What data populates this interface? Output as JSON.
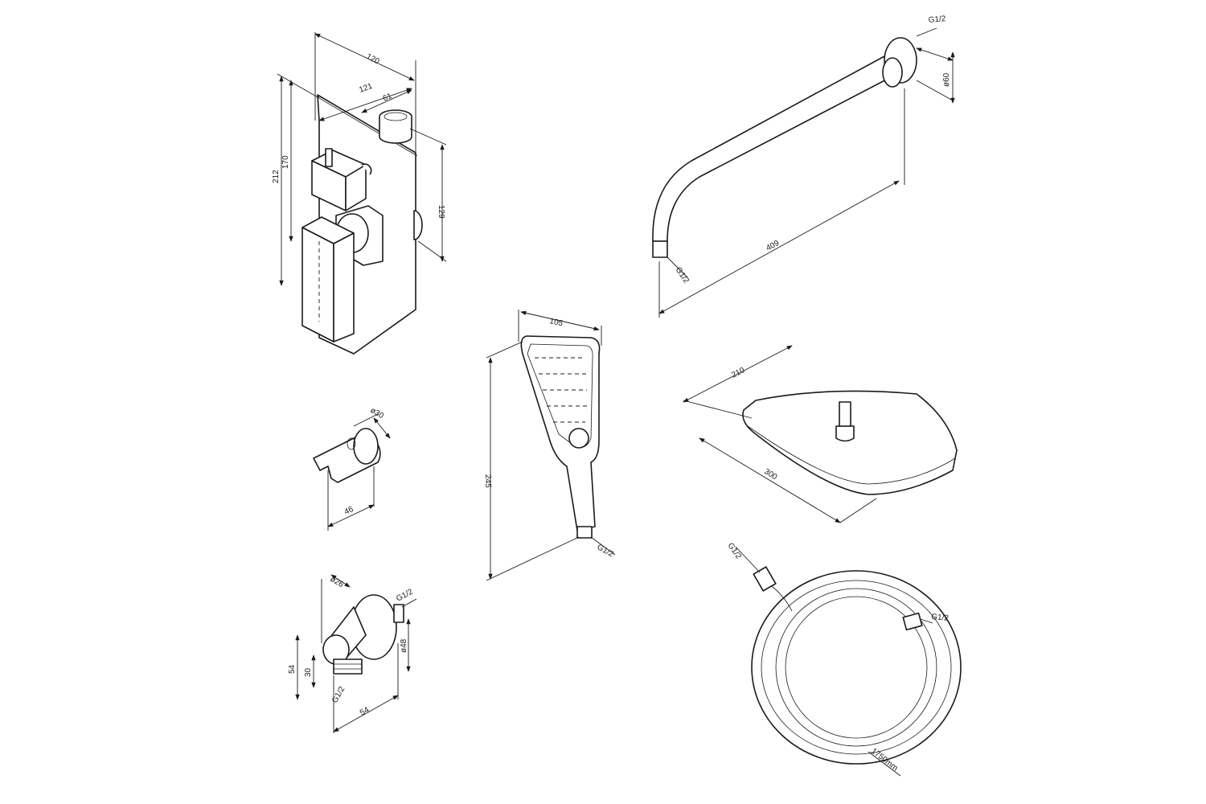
{
  "mixer": {
    "dim_width_top": "120",
    "dim_width": "121",
    "dim_offset": "61",
    "dim_height_total": "212",
    "dim_height": "170",
    "dim_outlet_spacing": "129"
  },
  "holder": {
    "dim_diameter": "ø30",
    "dim_depth": "46"
  },
  "outlet": {
    "dim_diameter": "ø26",
    "thread_top": "G1/2",
    "dim_flange": "ø48",
    "dim_height_total": "54",
    "dim_height": "30",
    "thread_bottom": "G1/2",
    "dim_depth": "54"
  },
  "hand_shower": {
    "dim_width": "105",
    "dim_length": "245",
    "thread": "G1/2"
  },
  "shower_arm": {
    "thread_wall": "G1/2",
    "dim_flange": "ø60",
    "dim_length": "409",
    "thread_end": "G1/2"
  },
  "shower_head": {
    "dim_depth": "210",
    "dim_width": "300"
  },
  "hose": {
    "thread_left": "G1/2",
    "thread_right": "G1/2",
    "length": "1750mm"
  }
}
